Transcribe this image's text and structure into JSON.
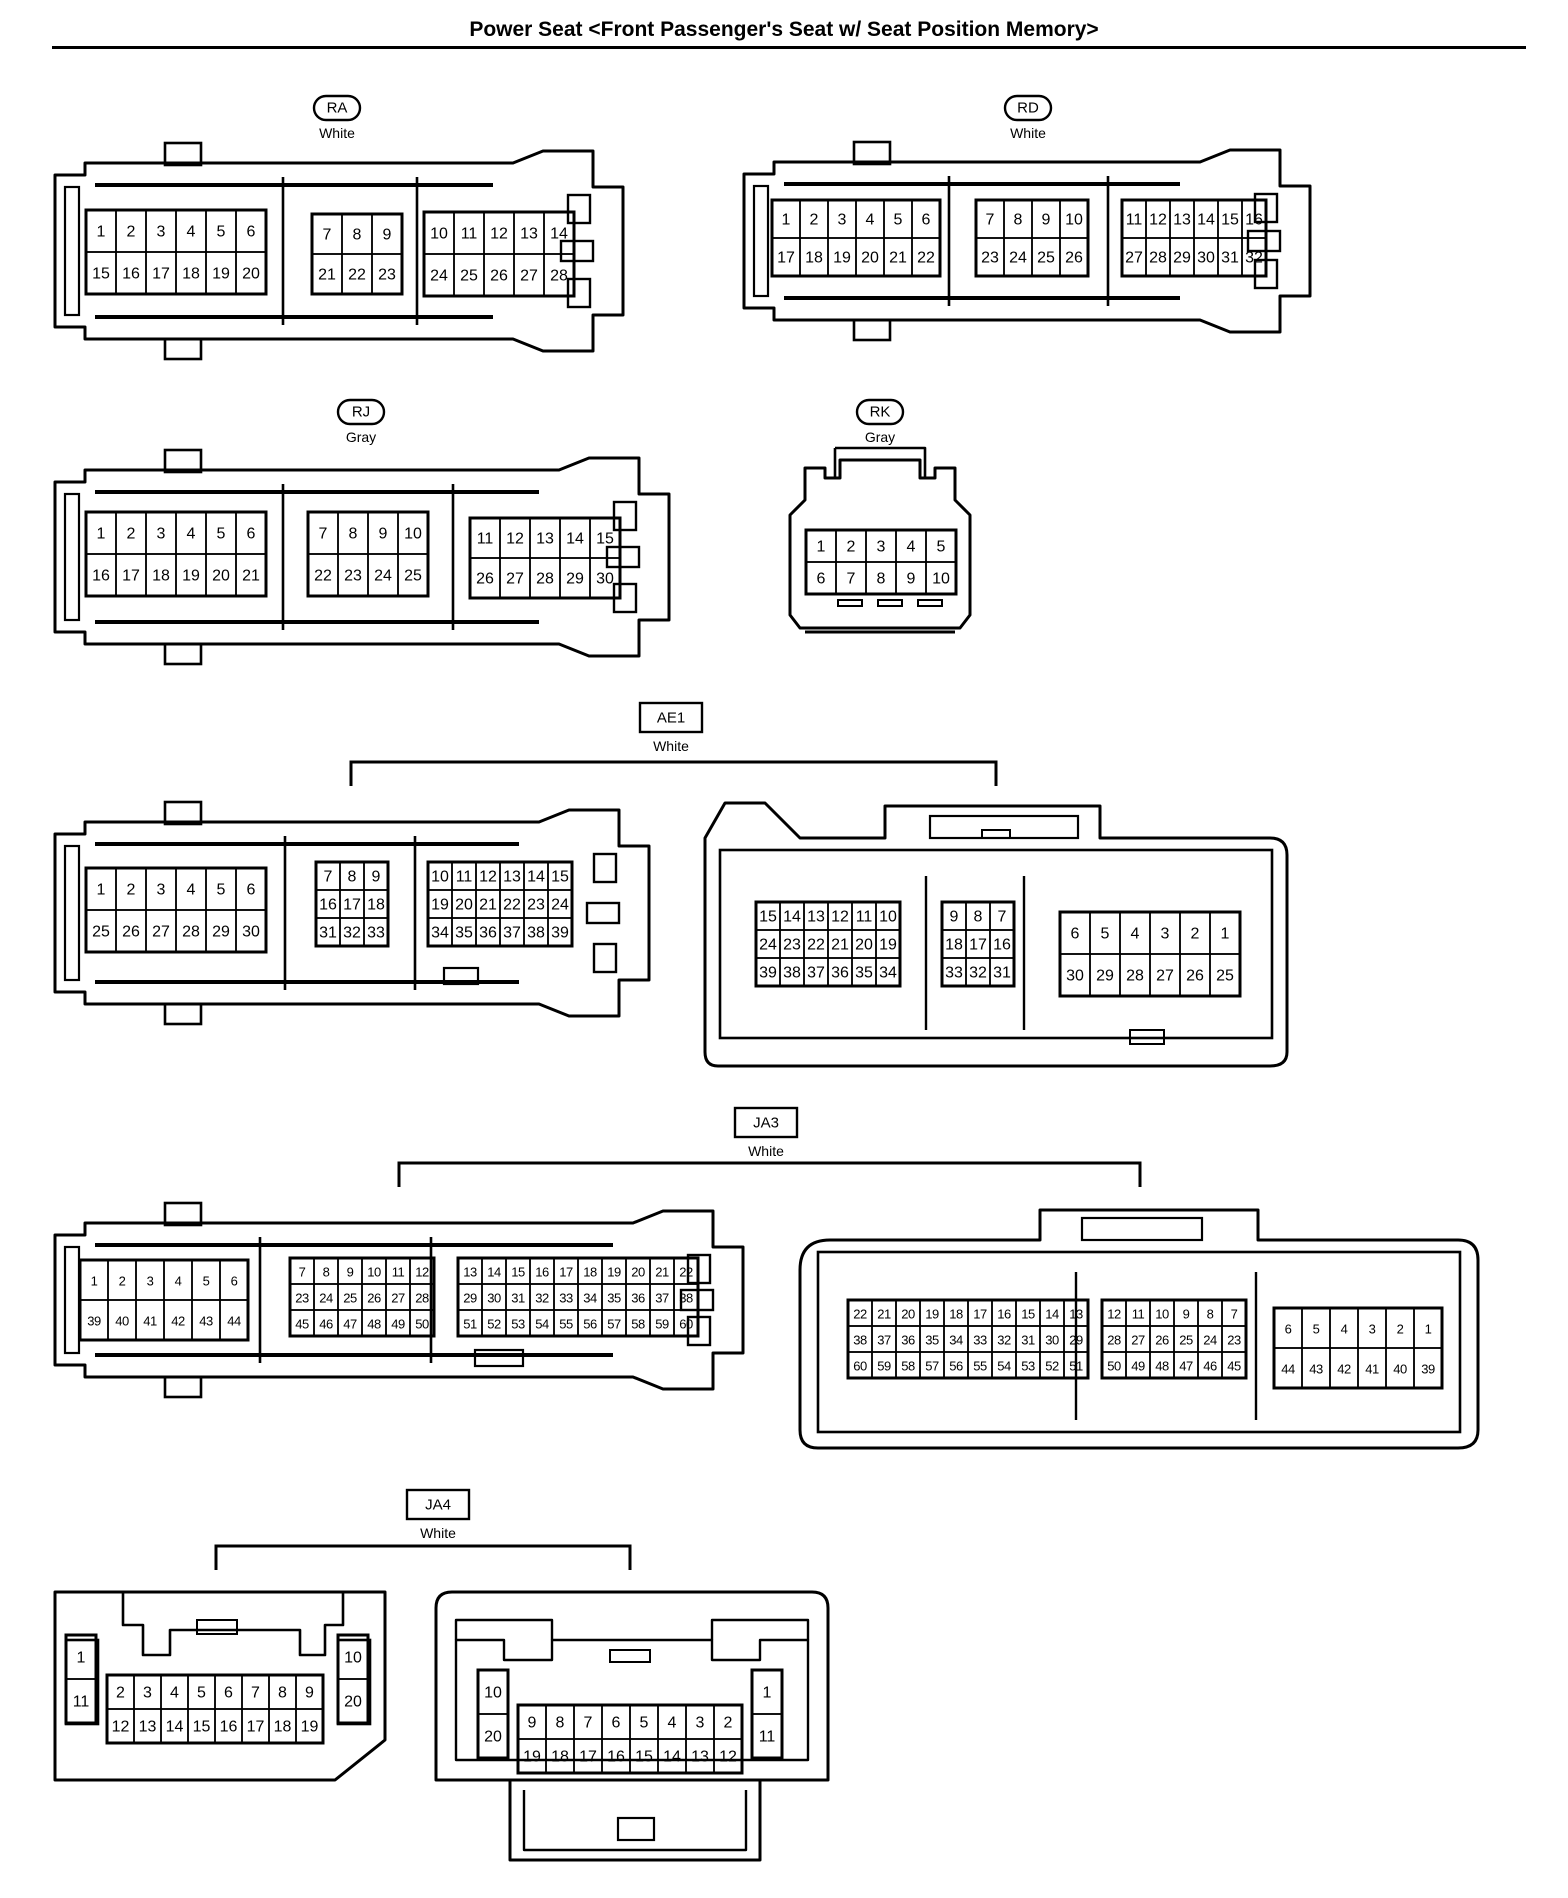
{
  "title": "Power Seat <Front Passenger's Seat w/ Seat Position Memory>",
  "connectors": [
    {
      "id": "RA",
      "color": "White",
      "label_style": "oval",
      "blocks": [
        {
          "rows": [
            [
              "1",
              "2",
              "3",
              "4",
              "5",
              "6"
            ],
            [
              "15",
              "16",
              "17",
              "18",
              "19",
              "20"
            ]
          ]
        },
        {
          "rows": [
            [
              "7",
              "8",
              "9"
            ],
            [
              "21",
              "22",
              "23"
            ]
          ]
        },
        {
          "rows": [
            [
              "10",
              "11",
              "12",
              "13",
              "14"
            ],
            [
              "24",
              "25",
              "26",
              "27",
              "28"
            ]
          ]
        }
      ]
    },
    {
      "id": "RD",
      "color": "White",
      "label_style": "oval",
      "blocks": [
        {
          "rows": [
            [
              "1",
              "2",
              "3",
              "4",
              "5",
              "6"
            ],
            [
              "17",
              "18",
              "19",
              "20",
              "21",
              "22"
            ]
          ]
        },
        {
          "rows": [
            [
              "7",
              "8",
              "9",
              "10"
            ],
            [
              "23",
              "24",
              "25",
              "26"
            ]
          ]
        },
        {
          "rows": [
            [
              "11",
              "12",
              "13",
              "14",
              "15",
              "16"
            ],
            [
              "27",
              "28",
              "29",
              "30",
              "31",
              "32"
            ]
          ]
        }
      ]
    },
    {
      "id": "RJ",
      "color": "Gray",
      "label_style": "oval",
      "blocks": [
        {
          "rows": [
            [
              "1",
              "2",
              "3",
              "4",
              "5",
              "6"
            ],
            [
              "16",
              "17",
              "18",
              "19",
              "20",
              "21"
            ]
          ]
        },
        {
          "rows": [
            [
              "7",
              "8",
              "9",
              "10"
            ],
            [
              "22",
              "23",
              "24",
              "25"
            ]
          ]
        },
        {
          "rows": [
            [
              "11",
              "12",
              "13",
              "14",
              "15"
            ],
            [
              "26",
              "27",
              "28",
              "29",
              "30"
            ]
          ]
        }
      ]
    },
    {
      "id": "RK",
      "color": "Gray",
      "label_style": "oval",
      "blocks": [
        {
          "rows": [
            [
              "1",
              "2",
              "3",
              "4",
              "5"
            ],
            [
              "6",
              "7",
              "8",
              "9",
              "10"
            ]
          ]
        }
      ]
    },
    {
      "id": "AE1",
      "color": "White",
      "label_style": "box",
      "male": [
        {
          "rows": [
            [
              "1",
              "2",
              "3",
              "4",
              "5",
              "6"
            ],
            [
              "25",
              "26",
              "27",
              "28",
              "29",
              "30"
            ]
          ]
        },
        {
          "rows": [
            [
              "7",
              "8",
              "9"
            ],
            [
              "16",
              "17",
              "18"
            ],
            [
              "31",
              "32",
              "33"
            ]
          ]
        },
        {
          "rows": [
            [
              "10",
              "11",
              "12",
              "13",
              "14",
              "15"
            ],
            [
              "19",
              "20",
              "21",
              "22",
              "23",
              "24"
            ],
            [
              "34",
              "35",
              "36",
              "37",
              "38",
              "39"
            ]
          ]
        }
      ],
      "female": [
        {
          "rows": [
            [
              "15",
              "14",
              "13",
              "12",
              "11",
              "10"
            ],
            [
              "24",
              "23",
              "22",
              "21",
              "20",
              "19"
            ],
            [
              "39",
              "38",
              "37",
              "36",
              "35",
              "34"
            ]
          ]
        },
        {
          "rows": [
            [
              "9",
              "8",
              "7"
            ],
            [
              "18",
              "17",
              "16"
            ],
            [
              "33",
              "32",
              "31"
            ]
          ]
        },
        {
          "rows": [
            [
              "6",
              "5",
              "4",
              "3",
              "2",
              "1"
            ],
            [
              "30",
              "29",
              "28",
              "27",
              "26",
              "25"
            ]
          ]
        }
      ]
    },
    {
      "id": "JA3",
      "color": "White",
      "label_style": "box",
      "male": [
        {
          "rows": [
            [
              "1",
              "2",
              "3",
              "4",
              "5",
              "6"
            ],
            [
              "39",
              "40",
              "41",
              "42",
              "43",
              "44"
            ]
          ]
        },
        {
          "rows": [
            [
              "7",
              "8",
              "9",
              "10",
              "11",
              "12"
            ],
            [
              "23",
              "24",
              "25",
              "26",
              "27",
              "28"
            ],
            [
              "45",
              "46",
              "47",
              "48",
              "49",
              "50"
            ]
          ]
        },
        {
          "rows": [
            [
              "13",
              "14",
              "15",
              "16",
              "17",
              "18",
              "19",
              "20",
              "21",
              "22"
            ],
            [
              "29",
              "30",
              "31",
              "32",
              "33",
              "34",
              "35",
              "36",
              "37",
              "38"
            ],
            [
              "51",
              "52",
              "53",
              "54",
              "55",
              "56",
              "57",
              "58",
              "59",
              "60"
            ]
          ]
        }
      ],
      "female": [
        {
          "rows": [
            [
              "22",
              "21",
              "20",
              "19",
              "18",
              "17",
              "16",
              "15",
              "14",
              "13"
            ],
            [
              "38",
              "37",
              "36",
              "35",
              "34",
              "33",
              "32",
              "31",
              "30",
              "29"
            ],
            [
              "60",
              "59",
              "58",
              "57",
              "56",
              "55",
              "54",
              "53",
              "52",
              "51"
            ]
          ]
        },
        {
          "rows": [
            [
              "12",
              "11",
              "10",
              "9",
              "8",
              "7"
            ],
            [
              "28",
              "27",
              "26",
              "25",
              "24",
              "23"
            ],
            [
              "50",
              "49",
              "48",
              "47",
              "46",
              "45"
            ]
          ]
        },
        {
          "rows": [
            [
              "6",
              "5",
              "4",
              "3",
              "2",
              "1"
            ],
            [
              "44",
              "43",
              "42",
              "41",
              "40",
              "39"
            ]
          ]
        }
      ]
    },
    {
      "id": "JA4",
      "color": "White",
      "label_style": "box",
      "male": [
        {
          "rows": [
            [
              "1"
            ],
            [
              "11"
            ]
          ]
        },
        {
          "rows": [
            [
              "2",
              "3",
              "4",
              "5",
              "6",
              "7",
              "8",
              "9"
            ],
            [
              "12",
              "13",
              "14",
              "15",
              "16",
              "17",
              "18",
              "19"
            ]
          ]
        },
        {
          "rows": [
            [
              "10"
            ],
            [
              "20"
            ]
          ]
        }
      ],
      "female": [
        {
          "rows": [
            [
              "10"
            ],
            [
              "20"
            ]
          ]
        },
        {
          "rows": [
            [
              "9",
              "8",
              "7",
              "6",
              "5",
              "4",
              "3",
              "2"
            ],
            [
              "19",
              "18",
              "17",
              "16",
              "15",
              "14",
              "13",
              "12"
            ]
          ]
        },
        {
          "rows": [
            [
              "1"
            ],
            [
              "11"
            ]
          ]
        }
      ]
    }
  ]
}
